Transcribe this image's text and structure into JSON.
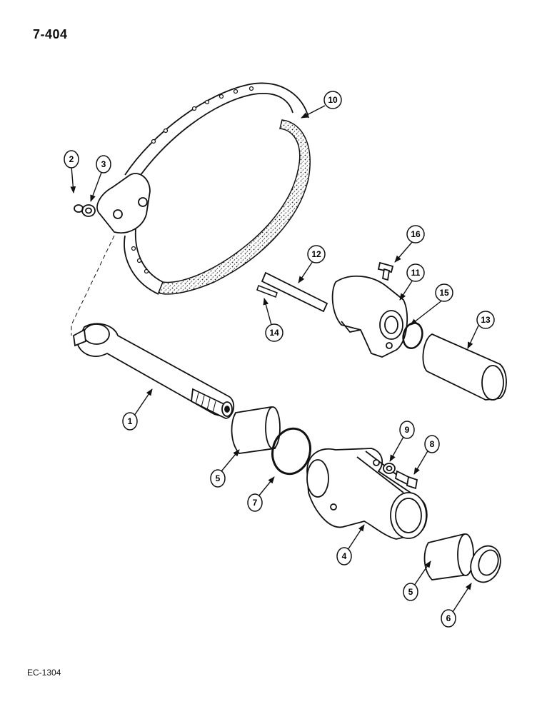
{
  "header": {
    "page_code": "7-404"
  },
  "footer": {
    "ref_code": "EC-1304"
  },
  "callouts": [
    {
      "id": "c1",
      "label": "1"
    },
    {
      "id": "c2",
      "label": "2"
    },
    {
      "id": "c3",
      "label": "3"
    },
    {
      "id": "c4",
      "label": "4"
    },
    {
      "id": "c5a",
      "label": "5"
    },
    {
      "id": "c5b",
      "label": "5"
    },
    {
      "id": "c6",
      "label": "6"
    },
    {
      "id": "c7",
      "label": "7"
    },
    {
      "id": "c8",
      "label": "8"
    },
    {
      "id": "c9",
      "label": "9"
    },
    {
      "id": "c10",
      "label": "10"
    },
    {
      "id": "c11",
      "label": "11"
    },
    {
      "id": "c12",
      "label": "12"
    },
    {
      "id": "c13",
      "label": "13"
    },
    {
      "id": "c14",
      "label": "14"
    },
    {
      "id": "c15",
      "label": "15"
    },
    {
      "id": "c16",
      "label": "16"
    }
  ]
}
